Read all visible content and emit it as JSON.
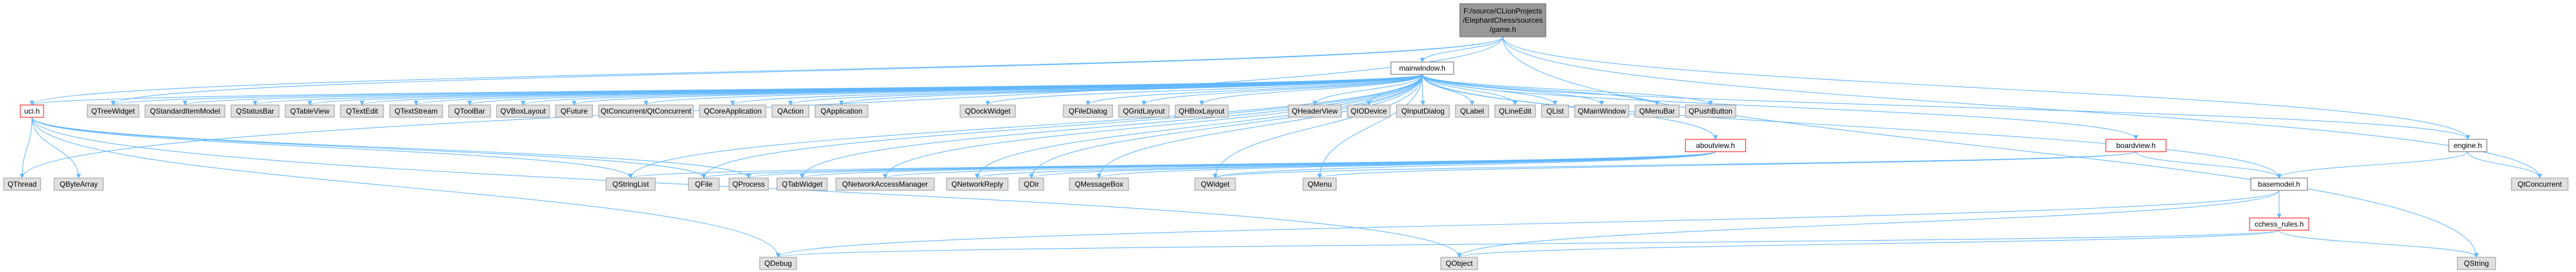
{
  "graph": {
    "colors": {
      "edge": "#63b8ff",
      "edge_red": "#ff0000",
      "root_fill": "#999999",
      "root_stroke": "#666666",
      "internal_fill": "#ffffff",
      "internal_stroke": "#666666",
      "external_fill": "#e0e0e0",
      "external_stroke": "#999999",
      "highlight_stroke": "#ff0000"
    },
    "nodes": [
      {
        "id": "root",
        "lines": [
          "F:/source/CLionProjects",
          "/ElephantChess/sources",
          "/game.h"
        ],
        "kind": "root"
      },
      {
        "id": "mainwindow",
        "lines": [
          "mainwindow.h"
        ],
        "kind": "internal"
      },
      {
        "id": "uci",
        "lines": [
          "uci.h"
        ],
        "kind": "highlight"
      },
      {
        "id": "engine",
        "lines": [
          "engine.h"
        ],
        "kind": "internal"
      },
      {
        "id": "aboutview",
        "lines": [
          "aboutview.h"
        ],
        "kind": "highlight"
      },
      {
        "id": "boardview",
        "lines": [
          "boardview.h"
        ],
        "kind": "highlight"
      },
      {
        "id": "basemodel",
        "lines": [
          "basemodel.h"
        ],
        "kind": "internal"
      },
      {
        "id": "cchess_rules",
        "lines": [
          "cchess_rules.h"
        ],
        "kind": "highlight"
      },
      {
        "id": "QThread",
        "lines": [
          "QThread"
        ],
        "kind": "external"
      },
      {
        "id": "QByteArray",
        "lines": [
          "QByteArray"
        ],
        "kind": "external"
      },
      {
        "id": "QTreeWidget",
        "lines": [
          "QTreeWidget"
        ],
        "kind": "external"
      },
      {
        "id": "QStandardItemModel",
        "lines": [
          "QStandardItemModel"
        ],
        "kind": "external"
      },
      {
        "id": "QStatusBar",
        "lines": [
          "QStatusBar"
        ],
        "kind": "external"
      },
      {
        "id": "QTableView",
        "lines": [
          "QTableView"
        ],
        "kind": "external"
      },
      {
        "id": "QTextEdit",
        "lines": [
          "QTextEdit"
        ],
        "kind": "external"
      },
      {
        "id": "QTextStream",
        "lines": [
          "QTextStream"
        ],
        "kind": "external"
      },
      {
        "id": "QToolBar",
        "lines": [
          "QToolBar"
        ],
        "kind": "external"
      },
      {
        "id": "QVBoxLayout",
        "lines": [
          "QVBoxLayout"
        ],
        "kind": "external"
      },
      {
        "id": "QFuture",
        "lines": [
          "QFuture"
        ],
        "kind": "external"
      },
      {
        "id": "QtConcurrent",
        "lines": [
          "QtConcurrent/QtConcurrent"
        ],
        "kind": "external"
      },
      {
        "id": "QCoreApplication",
        "lines": [
          "QCoreApplication"
        ],
        "kind": "external"
      },
      {
        "id": "QAction",
        "lines": [
          "QAction"
        ],
        "kind": "external"
      },
      {
        "id": "QApplication",
        "lines": [
          "QApplication"
        ],
        "kind": "external"
      },
      {
        "id": "QDockWidget",
        "lines": [
          "QDockWidget"
        ],
        "kind": "external"
      },
      {
        "id": "QFileDialog",
        "lines": [
          "QFileDialog"
        ],
        "kind": "external"
      },
      {
        "id": "QGridLayout",
        "lines": [
          "QGridLayout"
        ],
        "kind": "external"
      },
      {
        "id": "QHBoxLayout",
        "lines": [
          "QHBoxLayout"
        ],
        "kind": "external"
      },
      {
        "id": "QHeaderView",
        "lines": [
          "QHeaderView"
        ],
        "kind": "external"
      },
      {
        "id": "QIODevice",
        "lines": [
          "QIODevice"
        ],
        "kind": "external"
      },
      {
        "id": "QInputDialog",
        "lines": [
          "QInputDialog"
        ],
        "kind": "external"
      },
      {
        "id": "QLabel",
        "lines": [
          "QLabel"
        ],
        "kind": "external"
      },
      {
        "id": "QLineEdit",
        "lines": [
          "QLineEdit"
        ],
        "kind": "external"
      },
      {
        "id": "QList",
        "lines": [
          "QList"
        ],
        "kind": "external"
      },
      {
        "id": "QMainWindow",
        "lines": [
          "QMainWindow"
        ],
        "kind": "external"
      },
      {
        "id": "QMenuBar",
        "lines": [
          "QMenuBar"
        ],
        "kind": "external"
      },
      {
        "id": "QPushButton",
        "lines": [
          "QPushButton"
        ],
        "kind": "external"
      },
      {
        "id": "QStringList",
        "lines": [
          "QStringList"
        ],
        "kind": "external"
      },
      {
        "id": "QFile",
        "lines": [
          "QFile"
        ],
        "kind": "external"
      },
      {
        "id": "QProcess",
        "lines": [
          "QProcess"
        ],
        "kind": "external"
      },
      {
        "id": "QTabWidget",
        "lines": [
          "QTabWidget"
        ],
        "kind": "external"
      },
      {
        "id": "QNetworkAccessManager",
        "lines": [
          "QNetworkAccessManager"
        ],
        "kind": "external"
      },
      {
        "id": "QNetworkReply",
        "lines": [
          "QNetworkReply"
        ],
        "kind": "external"
      },
      {
        "id": "QDir",
        "lines": [
          "QDir"
        ],
        "kind": "external"
      },
      {
        "id": "QMessageBox",
        "lines": [
          "QMessageBox"
        ],
        "kind": "external"
      },
      {
        "id": "QWidget",
        "lines": [
          "QWidget"
        ],
        "kind": "external"
      },
      {
        "id": "QMenu",
        "lines": [
          "QMenu"
        ],
        "kind": "external"
      },
      {
        "id": "QConcurrent",
        "lines": [
          "QtConcurrent"
        ],
        "kind": "external"
      },
      {
        "id": "QDebug",
        "lines": [
          "QDebug"
        ],
        "kind": "external"
      },
      {
        "id": "QObject",
        "lines": [
          "QObject"
        ],
        "kind": "external"
      },
      {
        "id": "QString",
        "lines": [
          "QString"
        ],
        "kind": "external"
      }
    ],
    "edges": [
      [
        "root",
        "mainwindow"
      ],
      [
        "root",
        "uci"
      ],
      [
        "root",
        "engine"
      ],
      [
        "root",
        "QThread"
      ],
      [
        "root",
        "QTreeWidget"
      ],
      [
        "root",
        "QConcurrent"
      ],
      [
        "root",
        "QString"
      ],
      [
        "mainwindow",
        "uci"
      ],
      [
        "mainwindow",
        "QTreeWidget"
      ],
      [
        "mainwindow",
        "QStandardItemModel"
      ],
      [
        "mainwindow",
        "QStatusBar"
      ],
      [
        "mainwindow",
        "QTableView"
      ],
      [
        "mainwindow",
        "QTextEdit"
      ],
      [
        "mainwindow",
        "QTextStream"
      ],
      [
        "mainwindow",
        "QToolBar"
      ],
      [
        "mainwindow",
        "QVBoxLayout"
      ],
      [
        "mainwindow",
        "QFuture"
      ],
      [
        "mainwindow",
        "QtConcurrent"
      ],
      [
        "mainwindow",
        "QCoreApplication"
      ],
      [
        "mainwindow",
        "QAction"
      ],
      [
        "mainwindow",
        "QApplication"
      ],
      [
        "mainwindow",
        "aboutview"
      ],
      [
        "mainwindow",
        "QDockWidget"
      ],
      [
        "mainwindow",
        "boardview"
      ],
      [
        "mainwindow",
        "QFileDialog"
      ],
      [
        "mainwindow",
        "QGridLayout"
      ],
      [
        "mainwindow",
        "QHBoxLayout"
      ],
      [
        "mainwindow",
        "QHeaderView"
      ],
      [
        "mainwindow",
        "QIODevice"
      ],
      [
        "mainwindow",
        "QInputDialog"
      ],
      [
        "mainwindow",
        "QLabel"
      ],
      [
        "mainwindow",
        "QLineEdit"
      ],
      [
        "mainwindow",
        "QList"
      ],
      [
        "mainwindow",
        "QMainWindow"
      ],
      [
        "mainwindow",
        "QMenuBar"
      ],
      [
        "mainwindow",
        "QPushButton"
      ],
      [
        "mainwindow",
        "engine"
      ],
      [
        "mainwindow",
        "QStringList"
      ],
      [
        "mainwindow",
        "QFile"
      ],
      [
        "mainwindow",
        "QTabWidget"
      ],
      [
        "mainwindow",
        "QNetworkAccessManager"
      ],
      [
        "mainwindow",
        "QNetworkReply"
      ],
      [
        "mainwindow",
        "QDir"
      ],
      [
        "mainwindow",
        "QMessageBox"
      ],
      [
        "mainwindow",
        "QWidget"
      ],
      [
        "mainwindow",
        "QMenu"
      ],
      [
        "mainwindow",
        "basemodel"
      ],
      [
        "uci",
        "QThread"
      ],
      [
        "uci",
        "QByteArray"
      ],
      [
        "uci",
        "QStringList"
      ],
      [
        "uci",
        "QFile"
      ],
      [
        "uci",
        "QProcess"
      ],
      [
        "uci",
        "QDebug"
      ],
      [
        "uci",
        "QObject"
      ],
      [
        "aboutview",
        "QStringList"
      ],
      [
        "aboutview",
        "QFile"
      ],
      [
        "aboutview",
        "QProcess"
      ],
      [
        "aboutview",
        "QTabWidget"
      ],
      [
        "aboutview",
        "QNetworkAccessManager"
      ],
      [
        "aboutview",
        "QNetworkReply"
      ],
      [
        "aboutview",
        "QDir"
      ],
      [
        "aboutview",
        "QMessageBox"
      ],
      [
        "aboutview",
        "QWidget"
      ],
      [
        "boardview",
        "QWidget"
      ],
      [
        "boardview",
        "QMenu"
      ],
      [
        "boardview",
        "basemodel"
      ],
      [
        "engine",
        "QConcurrent"
      ],
      [
        "engine",
        "basemodel"
      ],
      [
        "basemodel",
        "QObject"
      ],
      [
        "basemodel",
        "cchess_rules"
      ],
      [
        "basemodel",
        "QDebug"
      ],
      [
        "cchess_rules",
        "QObject"
      ],
      [
        "cchess_rules",
        "QString"
      ],
      [
        "cchess_rules",
        "QDebug"
      ]
    ]
  }
}
